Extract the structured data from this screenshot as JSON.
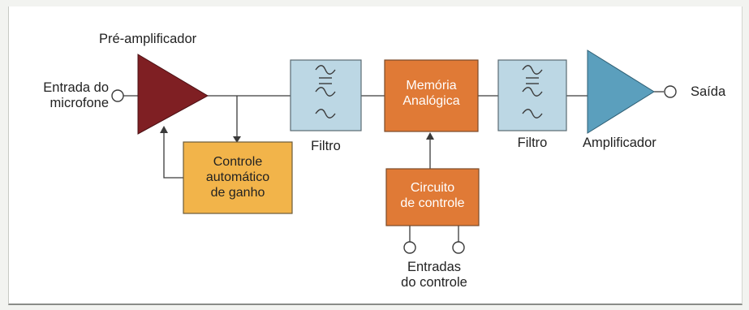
{
  "diagram": {
    "labels": {
      "preamp": "Pré-amplificador",
      "input_line1": "Entrada do",
      "input_line2": "microfone",
      "agc_line1": "Controle",
      "agc_line2": "automático",
      "agc_line3": "de ganho",
      "filter1": "Filtro",
      "memory_line1": "Memória",
      "memory_line2": "Analógica",
      "control_line1": "Circuito",
      "control_line2": "de controle",
      "control_inputs_line1": "Entradas",
      "control_inputs_line2": "do controle",
      "filter2": "Filtro",
      "amplifier": "Amplificador",
      "output": "Saída"
    },
    "colors": {
      "preamp": "#7f1f23",
      "agc": "#f2b44a",
      "filter": "#bcd7e4",
      "memory": "#e07a36",
      "control": "#e07a36",
      "amplifier": "#5b9fbd",
      "line": "#3a3a3a"
    }
  }
}
